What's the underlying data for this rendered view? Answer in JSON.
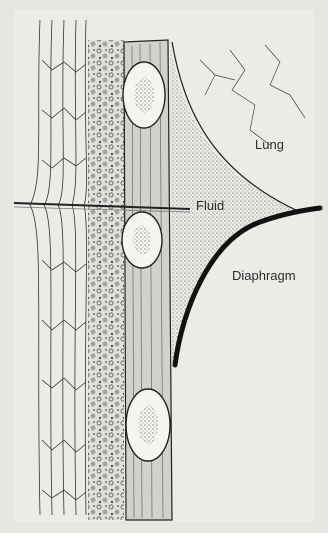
{
  "labels": {
    "lung": "Lung",
    "fluid": "Fluid",
    "diaphragm": "Diaphragm"
  },
  "colors": {
    "paper": "#e6e6e3",
    "ink": "#2b2b2b",
    "rib": "#f4f4f1"
  }
}
